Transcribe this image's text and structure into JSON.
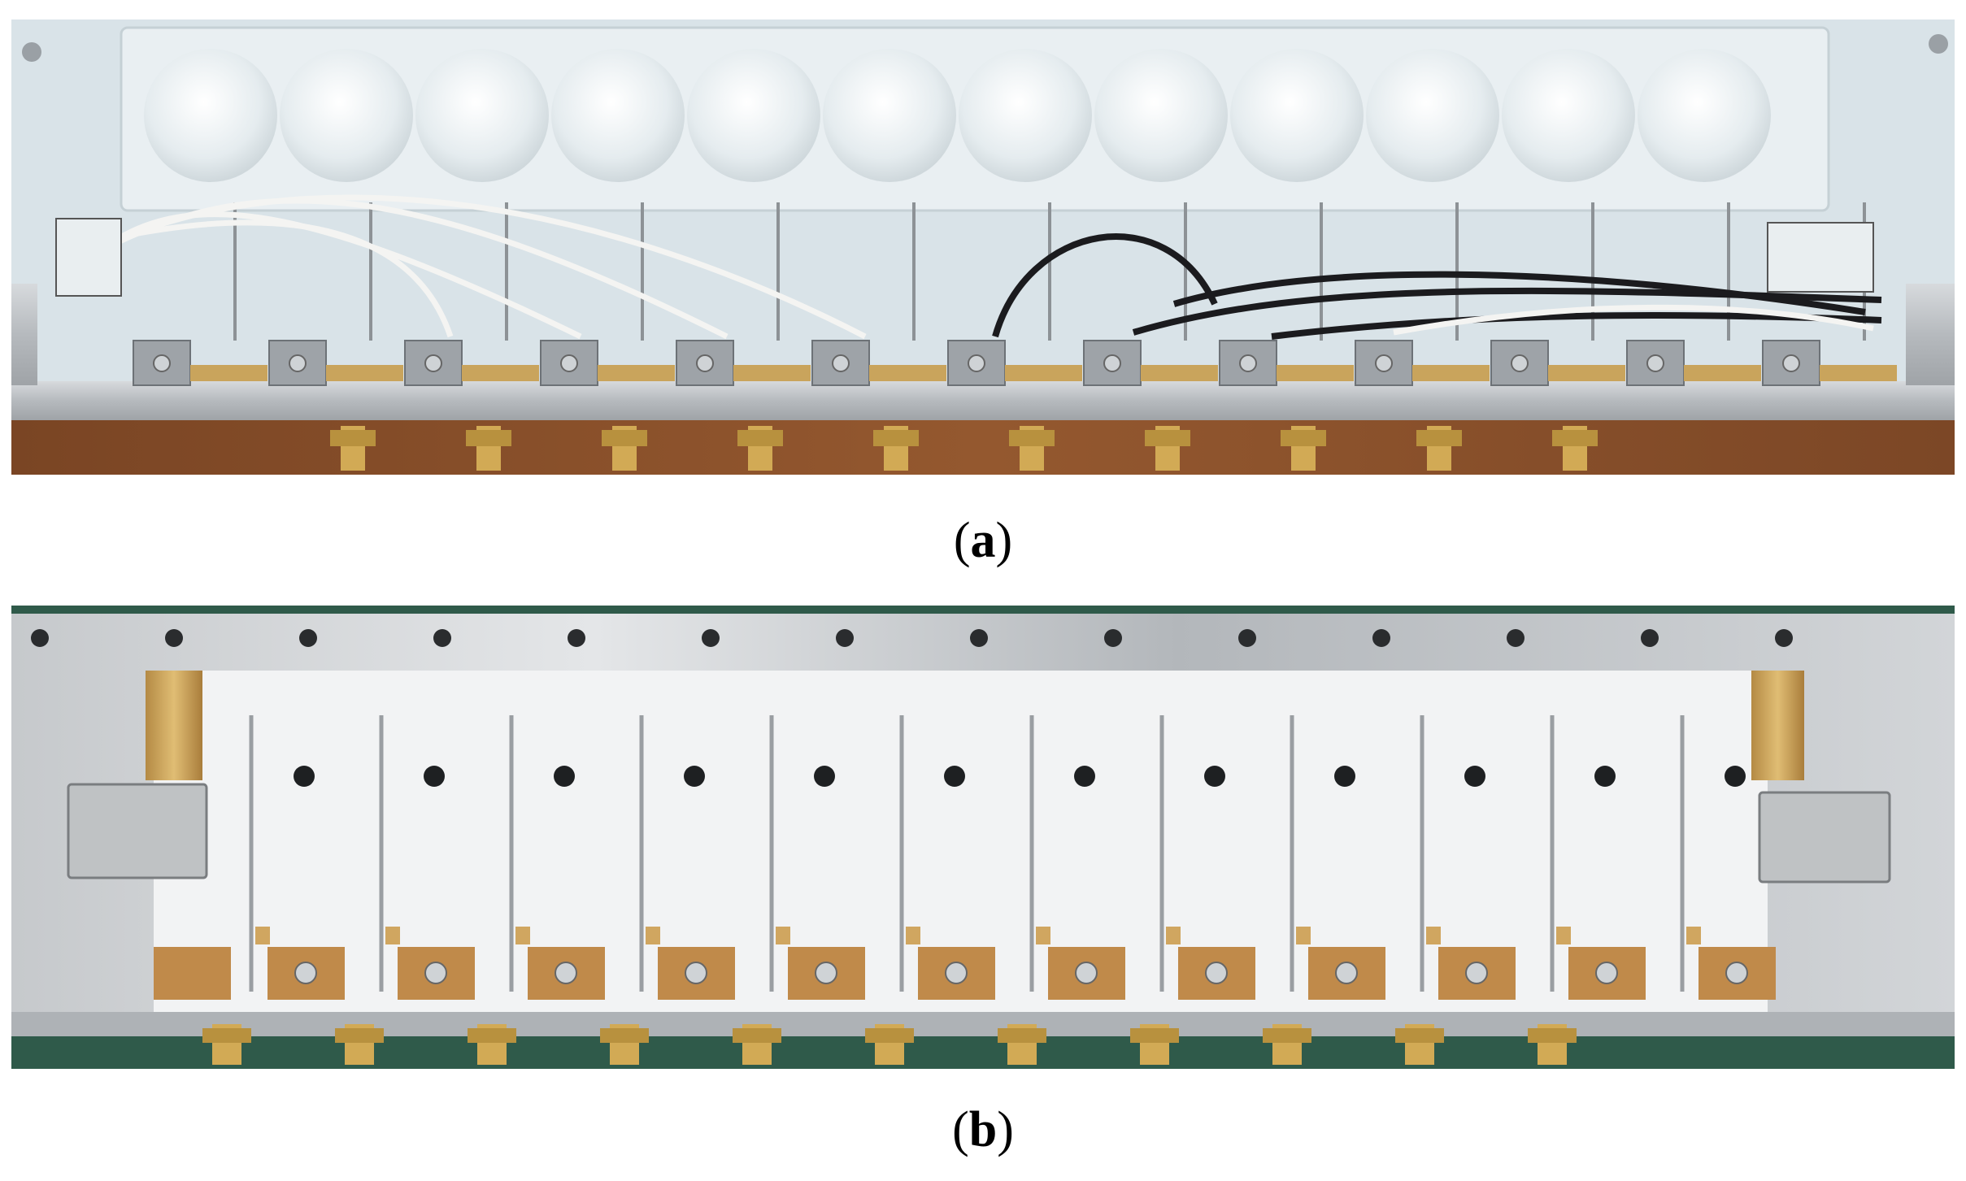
{
  "figure": {
    "panels": [
      {
        "id": "a",
        "caption_open": "(",
        "caption_letter": "a",
        "caption_close": ")"
      },
      {
        "id": "b",
        "caption_open": "(",
        "caption_letter": "b",
        "caption_close": ")"
      }
    ]
  },
  "colors": {
    "aluminum": "#b9bcc0",
    "pcb_white": "#eef0f1",
    "pcb_light_blue": "#d9e4e8",
    "dome": "#e6ecef",
    "gold": "#c9a45c",
    "copper_pad": "#c08a4a",
    "wood": "#8a4f2a",
    "mat_green": "#2f5a4a",
    "cable_white": "#f4f4f2",
    "cable_black": "#1b1b1e"
  }
}
